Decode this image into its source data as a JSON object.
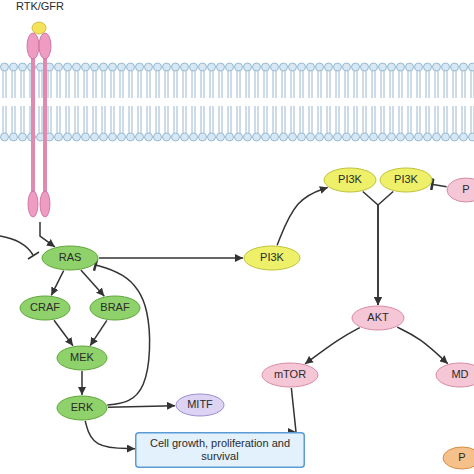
{
  "diagram": {
    "nodes": [
      {
        "text": [
          "RTK/GFR"
        ]
      },
      {
        "text": [
          "PI3K"
        ]
      },
      {
        "text": [
          "PI3K"
        ]
      },
      {
        "text": [
          "P"
        ]
      },
      {
        "text": [
          "RAS"
        ]
      },
      {
        "text": [
          "PI3K"
        ]
      },
      {
        "text": [
          "CRAF"
        ]
      },
      {
        "text": [
          "BRAF"
        ]
      },
      {
        "text": [
          "AKT"
        ]
      },
      {
        "text": [
          "MEK"
        ]
      },
      {
        "text": [
          "mTOR"
        ]
      },
      {
        "text": [
          "MD"
        ]
      },
      {
        "text": [
          "ERK"
        ]
      },
      {
        "text": [
          "MITF"
        ]
      },
      {
        "text": [
          "Cell growth, proliferation and survival"
        ]
      },
      {
        "text": [
          "P"
        ]
      }
    ],
    "edges": [
      {
        "from": 0,
        "to": 4,
        "arrow": "to"
      },
      {
        "from": 4,
        "to": 6,
        "arrow": "to"
      },
      {
        "from": 4,
        "to": 7,
        "arrow": "to"
      },
      {
        "from": 6,
        "to": 9,
        "arrow": "to"
      },
      {
        "from": 7,
        "to": 9,
        "arrow": "to"
      },
      {
        "from": 9,
        "to": 12,
        "arrow": "to"
      },
      {
        "from": 12,
        "to": 4,
        "arrow": "to"
      },
      {
        "from": 12,
        "to": 13,
        "arrow": "to"
      },
      {
        "from": 12,
        "to": 14,
        "arrow": "to"
      },
      {
        "from": 4,
        "to": 5,
        "arrow": "to"
      },
      {
        "from": 5,
        "to": 1,
        "arrow": "to"
      },
      {
        "from": 3,
        "to": 2,
        "arrow": "to"
      },
      {
        "from": 1,
        "to": 8,
        "arrow": "to"
      },
      {
        "from": 2,
        "to": 8,
        "arrow": "to"
      },
      {
        "from": 8,
        "to": 10,
        "arrow": "to"
      },
      {
        "from": 8,
        "to": 11,
        "arrow": "to"
      },
      {
        "from": 10,
        "to": 14,
        "arrow": "to"
      }
    ]
  }
}
